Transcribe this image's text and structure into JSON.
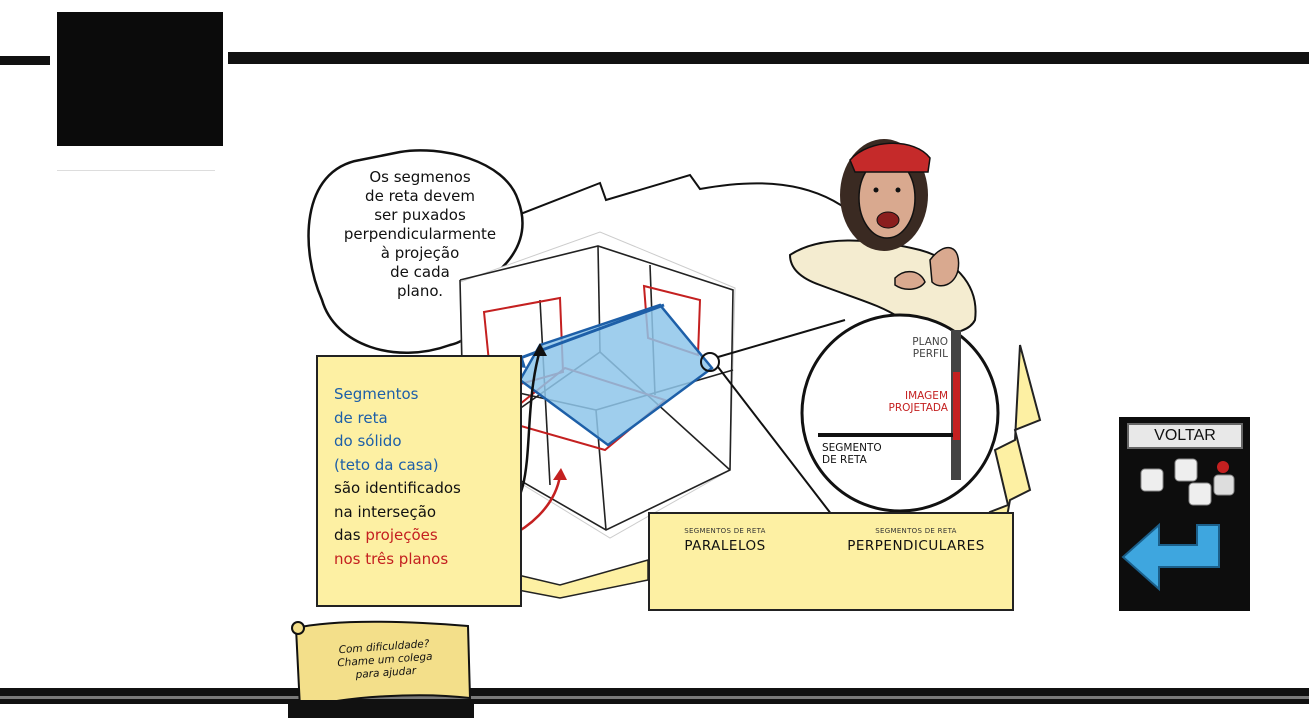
{
  "speech_bubble": {
    "lines": [
      "Os segmenos",
      "de reta devem",
      "ser puxados",
      "perpendicularmente",
      "à projeção",
      "de cada",
      "plano."
    ]
  },
  "caption": {
    "blue_lines": [
      "Segmentos",
      "de reta",
      "do sólido",
      "(teto da casa)"
    ],
    "dark_lines": [
      "são identificados",
      "na interseção",
      "das"
    ],
    "red_word": "projeções",
    "red_last_line": "nos três planos"
  },
  "zoom_circle": {
    "plano_perfil": [
      "PLANO",
      "PERFIL"
    ],
    "imagem_projetada": [
      "IMAGEM",
      "PROJETADA"
    ],
    "segmento_de_reta": [
      "SEGMENTO",
      "DE RETA"
    ]
  },
  "segments_box": {
    "parallel_small": "SEGMENTOS DE RETA",
    "parallel_label": "PARALELOS",
    "perpendicular_small": "SEGMENTOS DE RETA",
    "perpendicular_label": "PERPENDICULARES"
  },
  "voltar_button": {
    "label": "VOLTAR"
  },
  "help_scroll": {
    "lines": [
      "Com dificuldade?",
      "Chame um colega",
      "para ajudar"
    ]
  },
  "colors": {
    "blue": "#1d5fa8",
    "red": "#c42020",
    "yellow": "#fdf0a3",
    "projection_fill": "#8ec6ea"
  }
}
